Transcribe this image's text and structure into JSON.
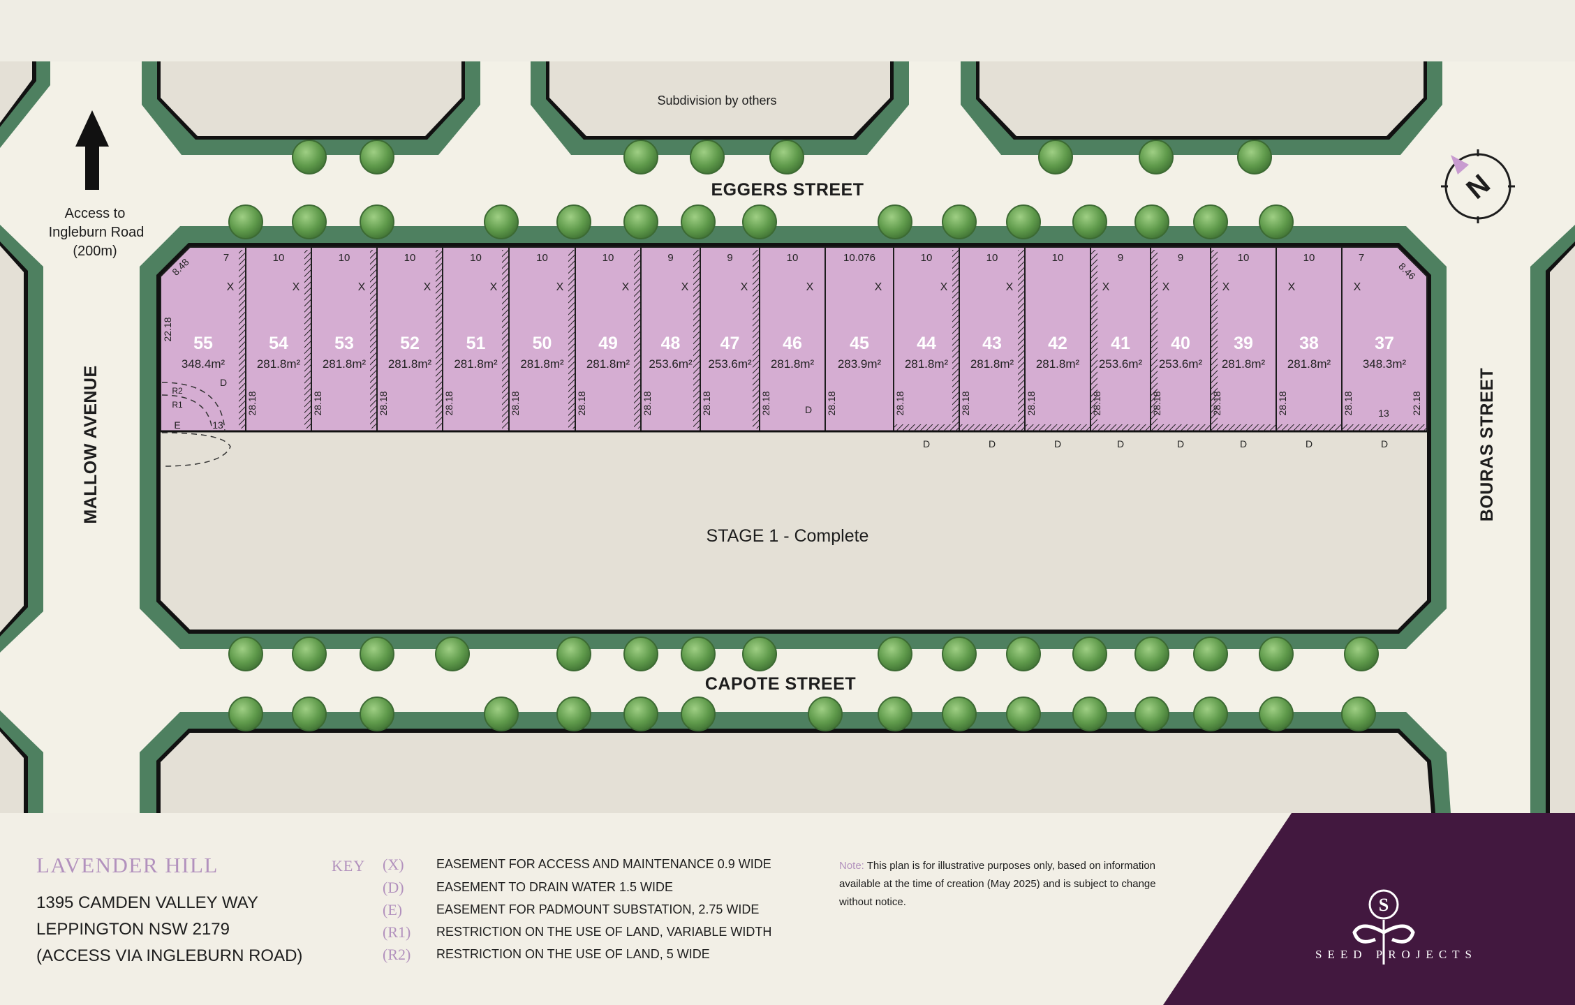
{
  "map": {
    "streets": {
      "north": "EGGERS STREET",
      "south": "CAPOTE STREET",
      "west": "MALLOW AVENUE",
      "east": "BOURAS STREET"
    },
    "subdivision_note": "Subdivision by others",
    "access": [
      "Access to",
      "Ingleburn Road",
      "(200m)"
    ],
    "stage_label": "STAGE 1 - Complete",
    "north_label": "N",
    "depth_label": "28.18",
    "lot55_side": "22.18",
    "lot37_side": "22.18",
    "lot55_corner": "8.48",
    "lot37_corner": "8.46",
    "lot55_rear": "13",
    "lot37_rear": "13",
    "lot55_codes": [
      "D",
      "R2",
      "R1",
      "E"
    ],
    "easement_x": "X",
    "easement_d": "D",
    "lot_color": "#d5add2",
    "green_color": "#4e8060",
    "lots": [
      {
        "number": "55",
        "frontage": "7",
        "area": "348.4m²"
      },
      {
        "number": "54",
        "frontage": "10",
        "area": "281.8m²"
      },
      {
        "number": "53",
        "frontage": "10",
        "area": "281.8m²"
      },
      {
        "number": "52",
        "frontage": "10",
        "area": "281.8m²"
      },
      {
        "number": "51",
        "frontage": "10",
        "area": "281.8m²"
      },
      {
        "number": "50",
        "frontage": "10",
        "area": "281.8m²"
      },
      {
        "number": "49",
        "frontage": "10",
        "area": "281.8m²"
      },
      {
        "number": "48",
        "frontage": "9",
        "area": "253.6m²"
      },
      {
        "number": "47",
        "frontage": "9",
        "area": "253.6m²"
      },
      {
        "number": "46",
        "frontage": "10",
        "area": "281.8m²"
      },
      {
        "number": "45",
        "frontage": "10.076",
        "area": "283.9m²"
      },
      {
        "number": "44",
        "frontage": "10",
        "area": "281.8m²"
      },
      {
        "number": "43",
        "frontage": "10",
        "area": "281.8m²"
      },
      {
        "number": "42",
        "frontage": "10",
        "area": "281.8m²"
      },
      {
        "number": "41",
        "frontage": "9",
        "area": "253.6m²"
      },
      {
        "number": "40",
        "frontage": "9",
        "area": "253.6m²"
      },
      {
        "number": "39",
        "frontage": "10",
        "area": "281.8m²"
      },
      {
        "number": "38",
        "frontage": "10",
        "area": "281.8m²"
      },
      {
        "number": "37",
        "frontage": "7",
        "area": "348.3m²"
      }
    ]
  },
  "legend": {
    "brand": "LAVENDER HILL",
    "address": [
      "1395 CAMDEN VALLEY WAY",
      "LEPPINGTON NSW 2179",
      "(ACCESS VIA INGLEBURN ROAD)"
    ],
    "key_title": "KEY",
    "key": [
      {
        "code": "(X)",
        "text": "EASEMENT FOR ACCESS AND MAINTENANCE 0.9 WIDE"
      },
      {
        "code": "(D)",
        "text": "EASEMENT TO DRAIN WATER 1.5 WIDE"
      },
      {
        "code": "(E)",
        "text": "EASEMENT FOR PADMOUNT SUBSTATION, 2.75 WIDE"
      },
      {
        "code": "(R1)",
        "text": "RESTRICTION ON THE USE OF LAND, VARIABLE WIDTH"
      },
      {
        "code": "(R2)",
        "text": "RESTRICTION ON THE USE OF LAND, 5 WIDE"
      }
    ],
    "note_label": "Note:",
    "note_text": "This plan is for illustrative purposes only, based on information available at the time of creation (May 2025) and is subject to change without notice.",
    "logo_initial": "S",
    "logo_name": "SEED PROJECTS",
    "panel_color": "#42183f"
  }
}
